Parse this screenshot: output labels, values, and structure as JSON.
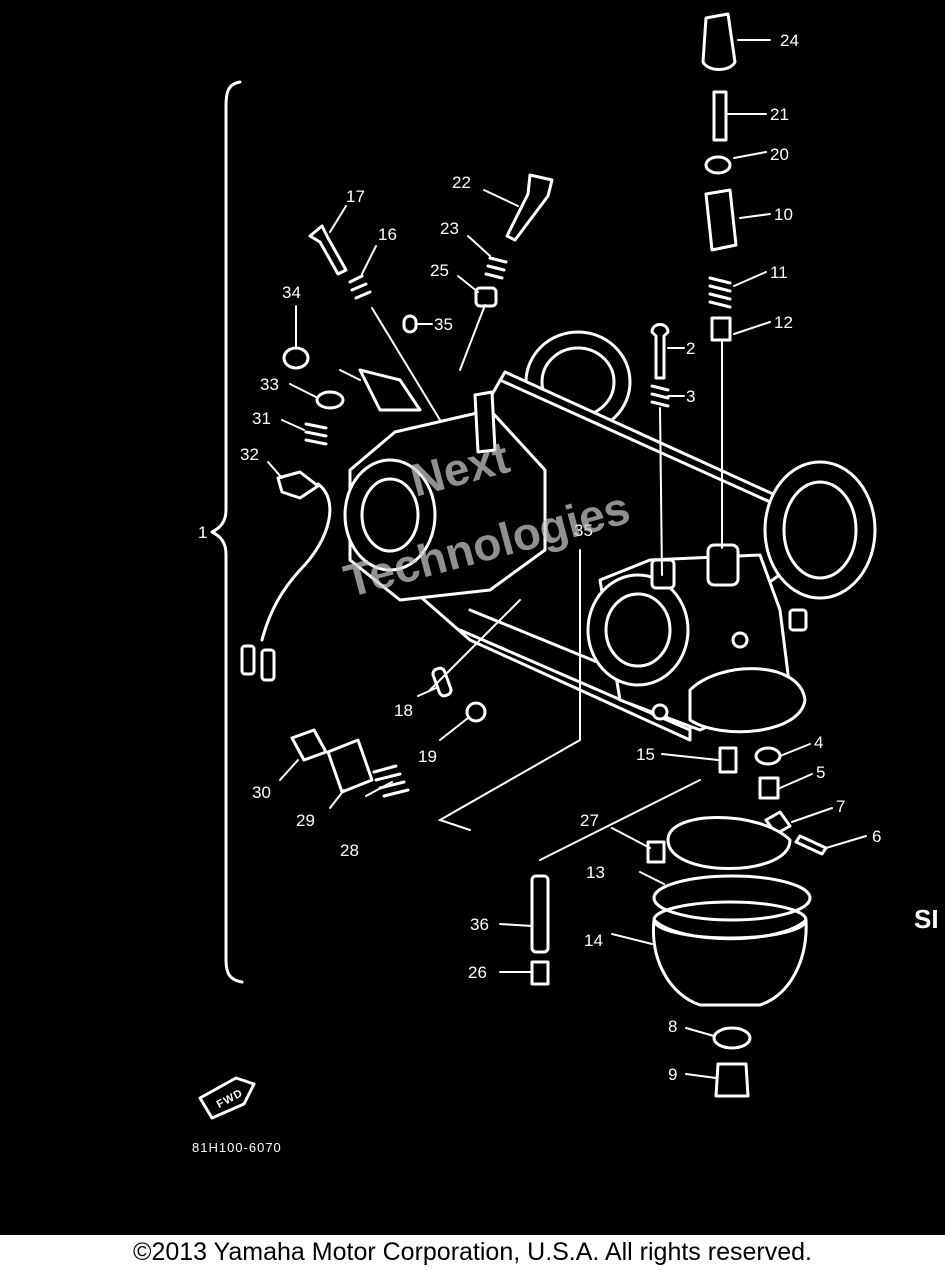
{
  "diagram": {
    "background": "#000000",
    "line_color": "#ffffff",
    "figure_code": "81H100-6070",
    "fwd_badge": "FWD",
    "watermark_line1": "Next",
    "watermark_line2": "Technologies",
    "cutoff_text": "SI",
    "callouts": [
      {
        "id": "c1",
        "label": "1"
      },
      {
        "id": "c2",
        "label": "2"
      },
      {
        "id": "c3",
        "label": "3"
      },
      {
        "id": "c4",
        "label": "4"
      },
      {
        "id": "c5",
        "label": "5"
      },
      {
        "id": "c6",
        "label": "6"
      },
      {
        "id": "c7",
        "label": "7"
      },
      {
        "id": "c8",
        "label": "8"
      },
      {
        "id": "c9",
        "label": "9"
      },
      {
        "id": "c10",
        "label": "10"
      },
      {
        "id": "c11",
        "label": "11"
      },
      {
        "id": "c12",
        "label": "12"
      },
      {
        "id": "c13",
        "label": "13"
      },
      {
        "id": "c14",
        "label": "14"
      },
      {
        "id": "c15",
        "label": "15"
      },
      {
        "id": "c16",
        "label": "16"
      },
      {
        "id": "c17",
        "label": "17"
      },
      {
        "id": "c18",
        "label": "18"
      },
      {
        "id": "c19",
        "label": "19"
      },
      {
        "id": "c20",
        "label": "20"
      },
      {
        "id": "c21",
        "label": "21"
      },
      {
        "id": "c22",
        "label": "22"
      },
      {
        "id": "c23",
        "label": "23"
      },
      {
        "id": "c24",
        "label": "24"
      },
      {
        "id": "c25",
        "label": "25"
      },
      {
        "id": "c26",
        "label": "26"
      },
      {
        "id": "c27",
        "label": "27"
      },
      {
        "id": "c28",
        "label": "28"
      },
      {
        "id": "c29",
        "label": "29"
      },
      {
        "id": "c30",
        "label": "30"
      },
      {
        "id": "c31",
        "label": "31"
      },
      {
        "id": "c32",
        "label": "32"
      },
      {
        "id": "c33",
        "label": "33"
      },
      {
        "id": "c34",
        "label": "34"
      },
      {
        "id": "c35a",
        "label": "35"
      },
      {
        "id": "c35b",
        "label": "35"
      },
      {
        "id": "c36",
        "label": "36"
      }
    ]
  },
  "footer": {
    "copyright": "©2013 Yamaha Motor Corporation, U.S.A. All rights reserved."
  }
}
